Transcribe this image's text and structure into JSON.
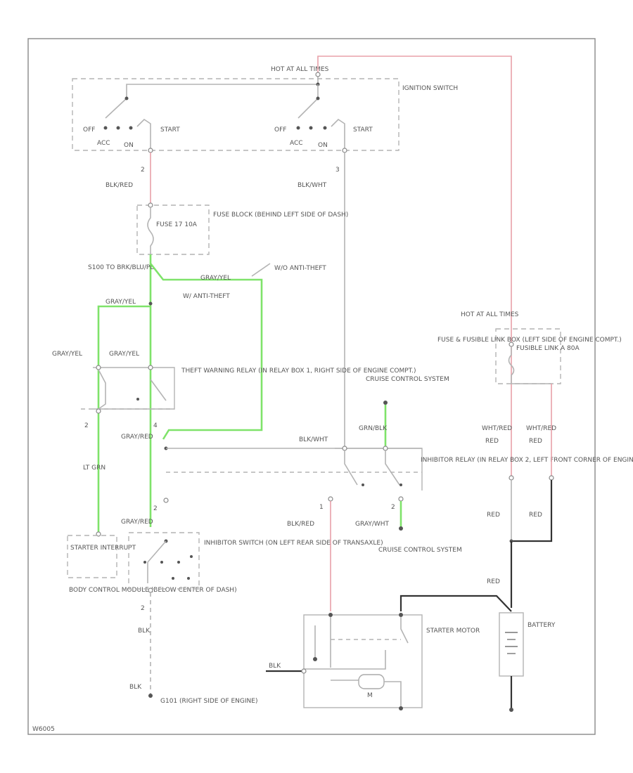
{
  "diagram_id": "W6005",
  "labels": {
    "hot_top": "HOT AT ALL TIMES",
    "ignition_switch": "IGNITION SWITCH",
    "off_left": "OFF",
    "start_left": "START",
    "acc_left": "ACC",
    "on_left": "ON",
    "off_right": "OFF",
    "start_right": "START",
    "acc_right": "ACC",
    "on_right": "ON",
    "pin_2": "2",
    "pin_3": "3",
    "blk_red_top": "BLK/RED",
    "blk_wht_top": "BLK/WHT",
    "fuse_block": "FUSE BLOCK (BEHIND LEFT SIDE OF DASH)",
    "fuse_17": "FUSE 17 10A",
    "s100": "S100 TO BRK/BLU/PL",
    "gry_yel_1": "GRAY/YEL",
    "gry_yel_2": "GRAY/YEL",
    "gry_yel_3": "GRAY/YEL",
    "gry_yel_4": "GRAY/YEL",
    "w_anti_theft_a": "W/O ANTI-THEFT",
    "w_anti_theft_b": "W/ ANTI-THEFT",
    "theft_relay": "THEFT WARNING RELAY (IN RELAY BOX 1, RIGHT SIDE OF ENGINE COMPT.)",
    "pin_2b": "2",
    "pin_4": "4",
    "gray_red": "GRAY/RED",
    "lt_grn": "LT GRN",
    "blk_wht_mid": "BLK/WHT",
    "cruise_control_top": "CRUISE CONTROL SYSTEM",
    "grn_blk": "GRN/BLK",
    "inhibitor_relay": "INHIBITOR RELAY (IN RELAY BOX 2, LEFT FRONT CORNER OF ENGINE COMPT.)",
    "pin_1": "1",
    "pin_2c": "2",
    "pin_2d": "2",
    "blk_red_mid": "BLK/RED",
    "gray_wht": "GRAY/WHT",
    "cruise_control_bottom": "CRUISE CONTROL SYSTEM",
    "gray_red_2": "GRAY/RED",
    "starter_interrupt": "STARTER INTERRUPT",
    "body_control": "BODY CONTROL MODULE (BELOW CENTER OF DASH)",
    "inhibitor_switch": "INHIBITOR SWITCH (ON LEFT REAR SIDE OF TRANSAXLE)",
    "pin_2e": "2",
    "blk_1": "BLK",
    "blk_2": "BLK",
    "g101": "G101 (RIGHT SIDE OF ENGINE)",
    "hot_right": "HOT AT ALL TIMES",
    "fusible_link": "FUSE & FUSIBLE LINK BOX (LEFT SIDE OF ENGINE COMPT.)",
    "fusible_link_a": "FUSIBLE LINK A 80A",
    "wht_red_1": "WHT/RED",
    "wht_red_2": "WHT/RED",
    "red_1": "RED",
    "red_2": "RED",
    "red_3": "RED",
    "red_4": "RED",
    "red_5": "RED",
    "battery": "BATTERY",
    "starter_motor": "STARTER MOTOR",
    "m": "M",
    "blk_left": "BLK"
  }
}
